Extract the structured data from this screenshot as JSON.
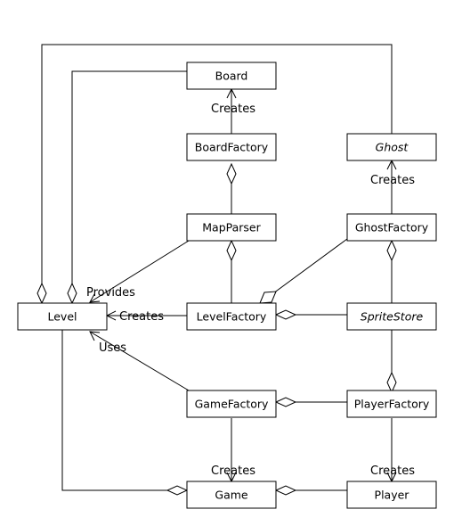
{
  "classes": {
    "board": "Board",
    "board_factory": "BoardFactory",
    "map_parser": "MapParser",
    "level": "Level",
    "level_factory": "LevelFactory",
    "ghost": "Ghost",
    "ghost_factory": "GhostFactory",
    "sprite_store": "SpriteStore",
    "game_factory": "GameFactory",
    "player_factory": "PlayerFactory",
    "game": "Game",
    "player": "Player"
  },
  "labels": {
    "board_creates": "Creates",
    "ghost_creates": "Creates",
    "provides": "Provides",
    "level_creates": "Creates",
    "uses": "Uses",
    "game_creates": "Creates",
    "player_creates": "Creates"
  }
}
